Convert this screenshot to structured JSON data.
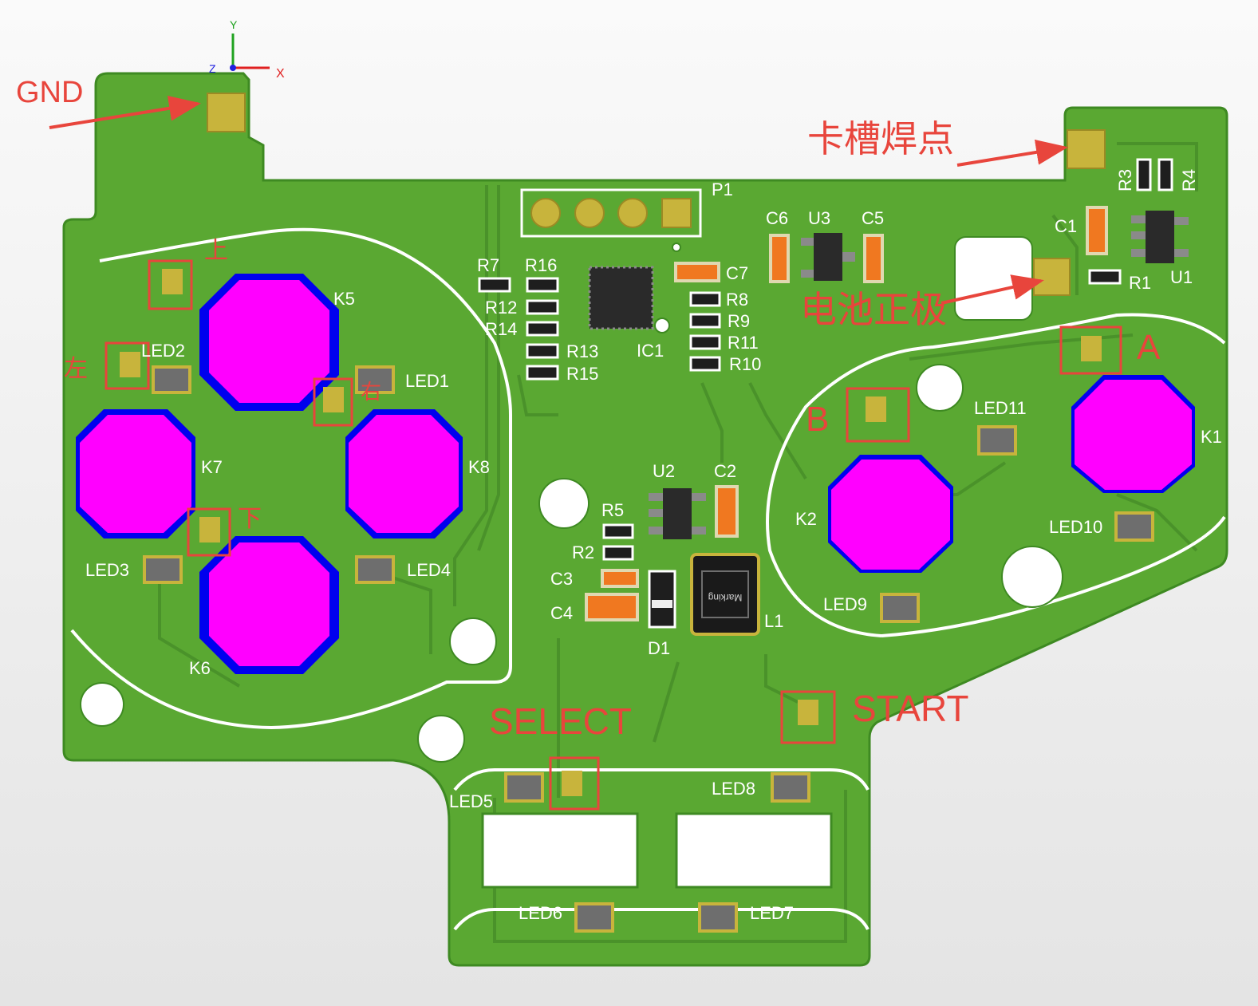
{
  "colors": {
    "background": "#f2f2f2",
    "board": "#5aa832",
    "trace": "#4a922a",
    "pad_gold": "#c8b43c",
    "button_cap": "#ff00ff",
    "button_edge": "#0000ee",
    "annotation": "#e8453c",
    "silkscreen": "#ffffff",
    "smd_orange": "#f07820",
    "chip_body": "#2a2a2a"
  },
  "axes": {
    "x": "X",
    "y": "Y",
    "z": "Z"
  },
  "annotations": {
    "gnd": "GND",
    "slot_solder": "卡槽焊点",
    "battery_positive": "电池正极",
    "up": "上",
    "left": "左",
    "right": "右",
    "down": "下",
    "a": "A",
    "b": "B",
    "select": "SELECT",
    "start": "START"
  },
  "components": {
    "P1": "P1",
    "K1": "K1",
    "K2": "K2",
    "K5": "K5",
    "K6": "K6",
    "K7": "K7",
    "K8": "K8",
    "LED1": "LED1",
    "LED2": "LED2",
    "LED3": "LED3",
    "LED4": "LED4",
    "LED5": "LED5",
    "LED6": "LED6",
    "LED7": "LED7",
    "LED8": "LED8",
    "LED9": "LED9",
    "LED10": "LED10",
    "LED11": "LED11",
    "R1": "R1",
    "R2": "R2",
    "R3": "R3",
    "R4": "R4",
    "R5": "R5",
    "R7": "R7",
    "R8": "R8",
    "R9": "R9",
    "R10": "R10",
    "R11": "R11",
    "R12": "R12",
    "R13": "R13",
    "R14": "R14",
    "R15": "R15",
    "R16": "R16",
    "C1": "C1",
    "C2": "C2",
    "C3": "C3",
    "C4": "C4",
    "C5": "C5",
    "C6": "C6",
    "C7": "C7",
    "U1": "U1",
    "U2": "U2",
    "U3": "U3",
    "IC1": "IC1",
    "D1": "D1",
    "L1": "L1",
    "inductor_marking": "Marking"
  }
}
